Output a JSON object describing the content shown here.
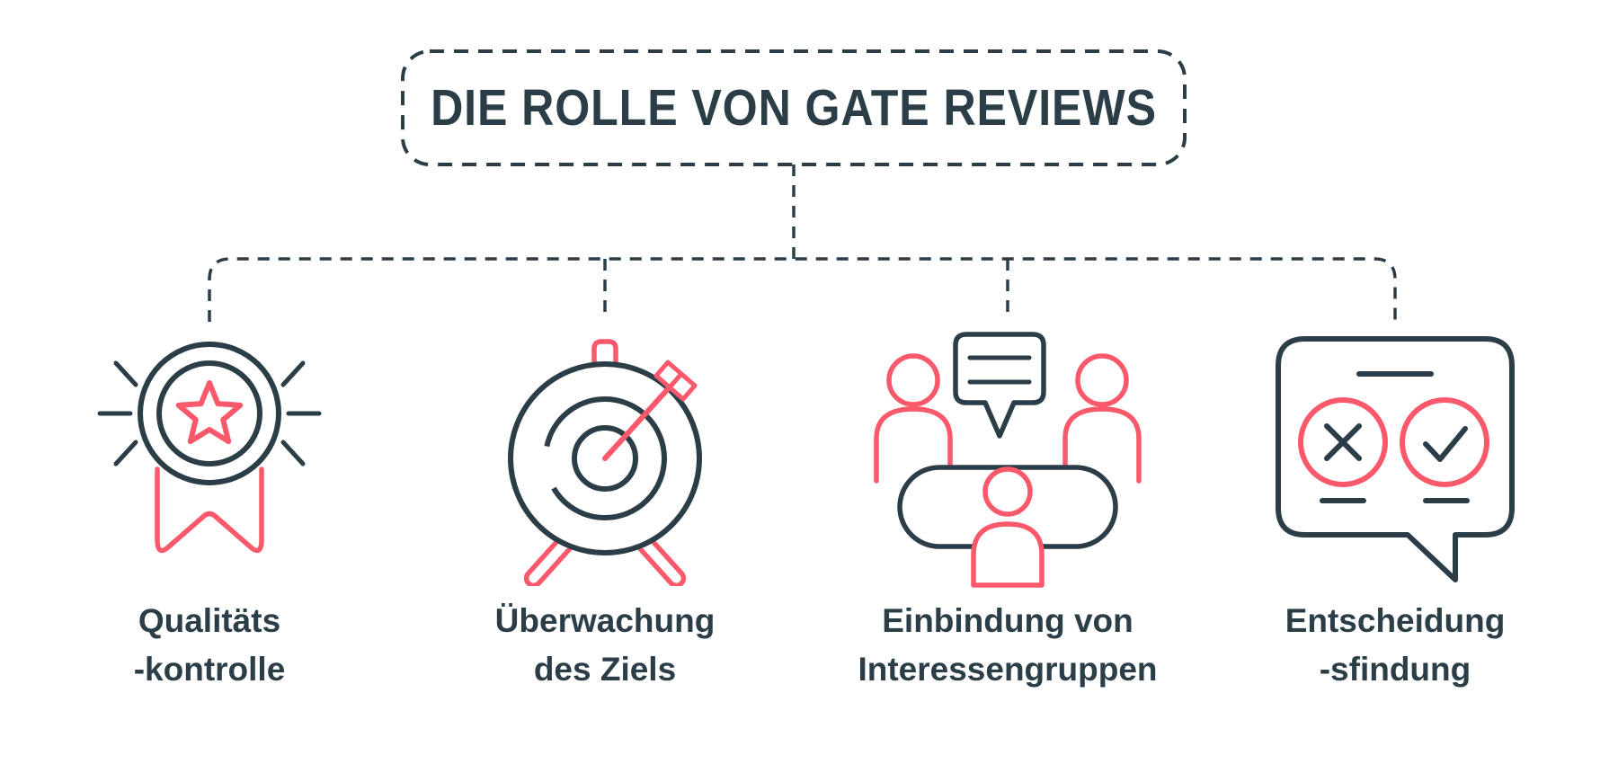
{
  "colors": {
    "ink": "#2b3d47",
    "red": "#f9596b",
    "background": "#ffffff"
  },
  "title": {
    "text": "DIE ROLLE VON GATE REVIEWS"
  },
  "items": [
    {
      "icon": "award-medal-icon",
      "label_line1": "Qualitäts",
      "label_line2": "-kontrolle"
    },
    {
      "icon": "target-dart-icon",
      "label_line1": "Überwachung",
      "label_line2": "des Ziels"
    },
    {
      "icon": "stakeholder-meeting-icon",
      "label_line1": "Einbindung von",
      "label_line2": "Interessengruppen"
    },
    {
      "icon": "decision-checkmark-icon",
      "label_line1": "Entscheidung",
      "label_line2": "-sfindung"
    }
  ]
}
